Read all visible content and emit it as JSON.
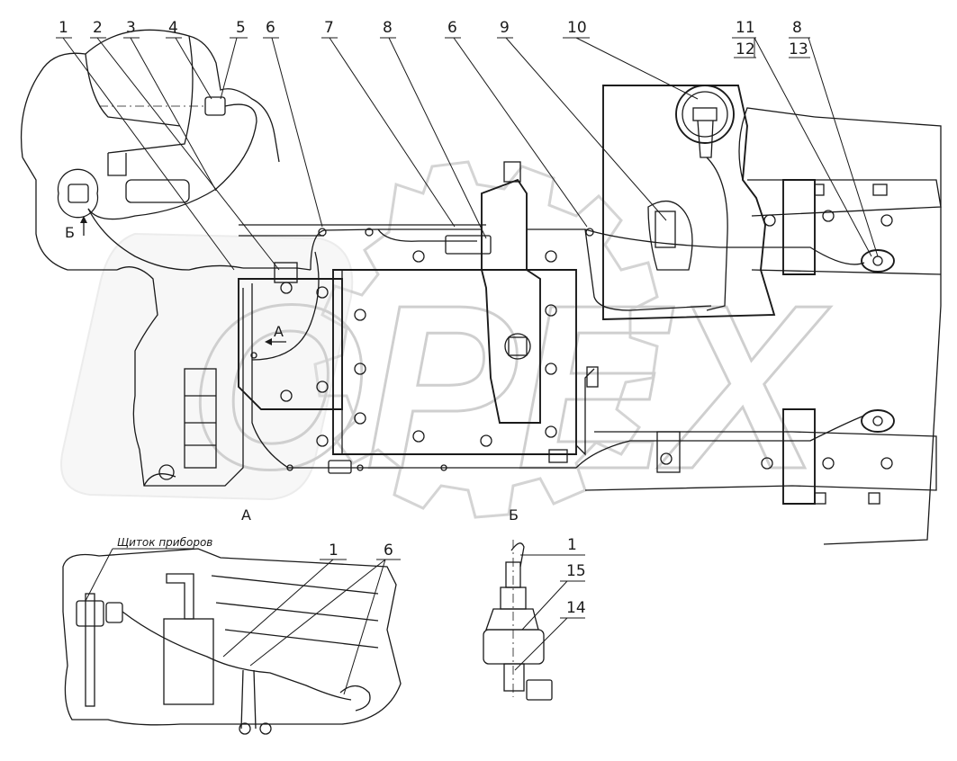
{
  "watermark": "OPEX",
  "callouts": {
    "c1": "1",
    "c2": "2",
    "c3": "3",
    "c4": "4",
    "c5": "5",
    "c6a": "6",
    "c7": "7",
    "c8a": "8",
    "c6b": "6",
    "c9": "9",
    "c10": "10",
    "c11": "11",
    "c12": "12",
    "c8b": "8",
    "c13": "13"
  },
  "view_markers": {
    "b_arrow": "Б",
    "a_arrow": "А"
  },
  "detail_a": {
    "title": "А",
    "panel_label": "Щиток приборов",
    "c1": "1",
    "c6": "6"
  },
  "detail_b": {
    "title": "Б",
    "c1": "1",
    "c15": "15",
    "c14": "14"
  }
}
